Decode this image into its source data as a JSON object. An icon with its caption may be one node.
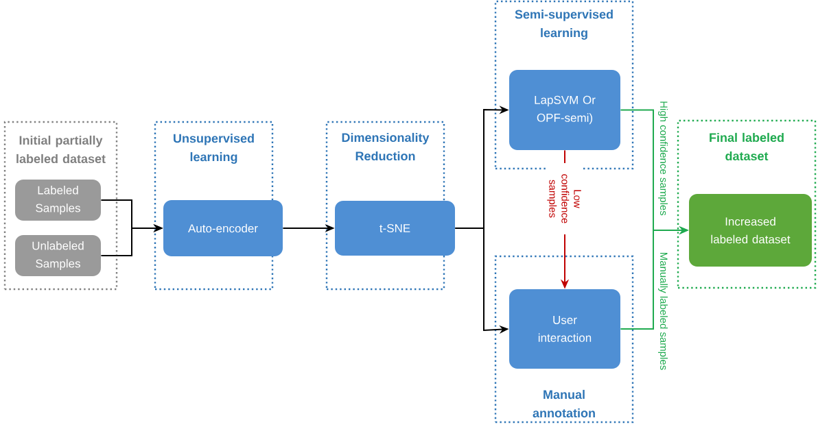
{
  "diagram": {
    "nodes": [
      {
        "text": [
          "Initial partially labeled dataset"
        ]
      },
      {
        "text": [
          "Labeled Samples"
        ],
        "in": 0
      },
      {
        "text": [
          "Unlabeled Samples"
        ],
        "in": 0
      },
      {
        "text": [
          "Unsupervised learning"
        ]
      },
      {
        "text": [
          "Auto-encoder"
        ],
        "in": 3
      },
      {
        "text": [
          "Dimensionality Reduction"
        ]
      },
      {
        "text": [
          "t-SNE"
        ],
        "in": 5
      },
      {
        "text": [
          "Semi-supervised learning"
        ]
      },
      {
        "text": [
          "LapSVM Or OPF-semi)"
        ],
        "in": 7
      },
      {
        "text": [
          "Manual annotation"
        ]
      },
      {
        "text": [
          "User interaction"
        ],
        "in": 9
      },
      {
        "text": [
          "Final labeled dataset"
        ]
      },
      {
        "text": [
          "Increased labeled dataset"
        ],
        "in": 11
      }
    ],
    "edges": [
      {
        "from": 1,
        "to": 4,
        "arrow": "to"
      },
      {
        "from": 2,
        "to": 4,
        "arrow": "to"
      },
      {
        "from": 4,
        "to": 6,
        "arrow": "to"
      },
      {
        "from": 6,
        "to": 8,
        "arrow": "to"
      },
      {
        "from": 6,
        "to": 10,
        "arrow": "to"
      },
      {
        "from": 8,
        "to": 10,
        "arrow": "to",
        "label": "Low confidence samples",
        "color": "#c00000"
      },
      {
        "from": 8,
        "to": 12,
        "arrow": "to",
        "label": "High confidence samples",
        "color": "#1faa4f"
      },
      {
        "from": 10,
        "to": 12,
        "arrow": "to",
        "label": "Manually labeled samples",
        "color": "#1faa4f"
      }
    ]
  }
}
